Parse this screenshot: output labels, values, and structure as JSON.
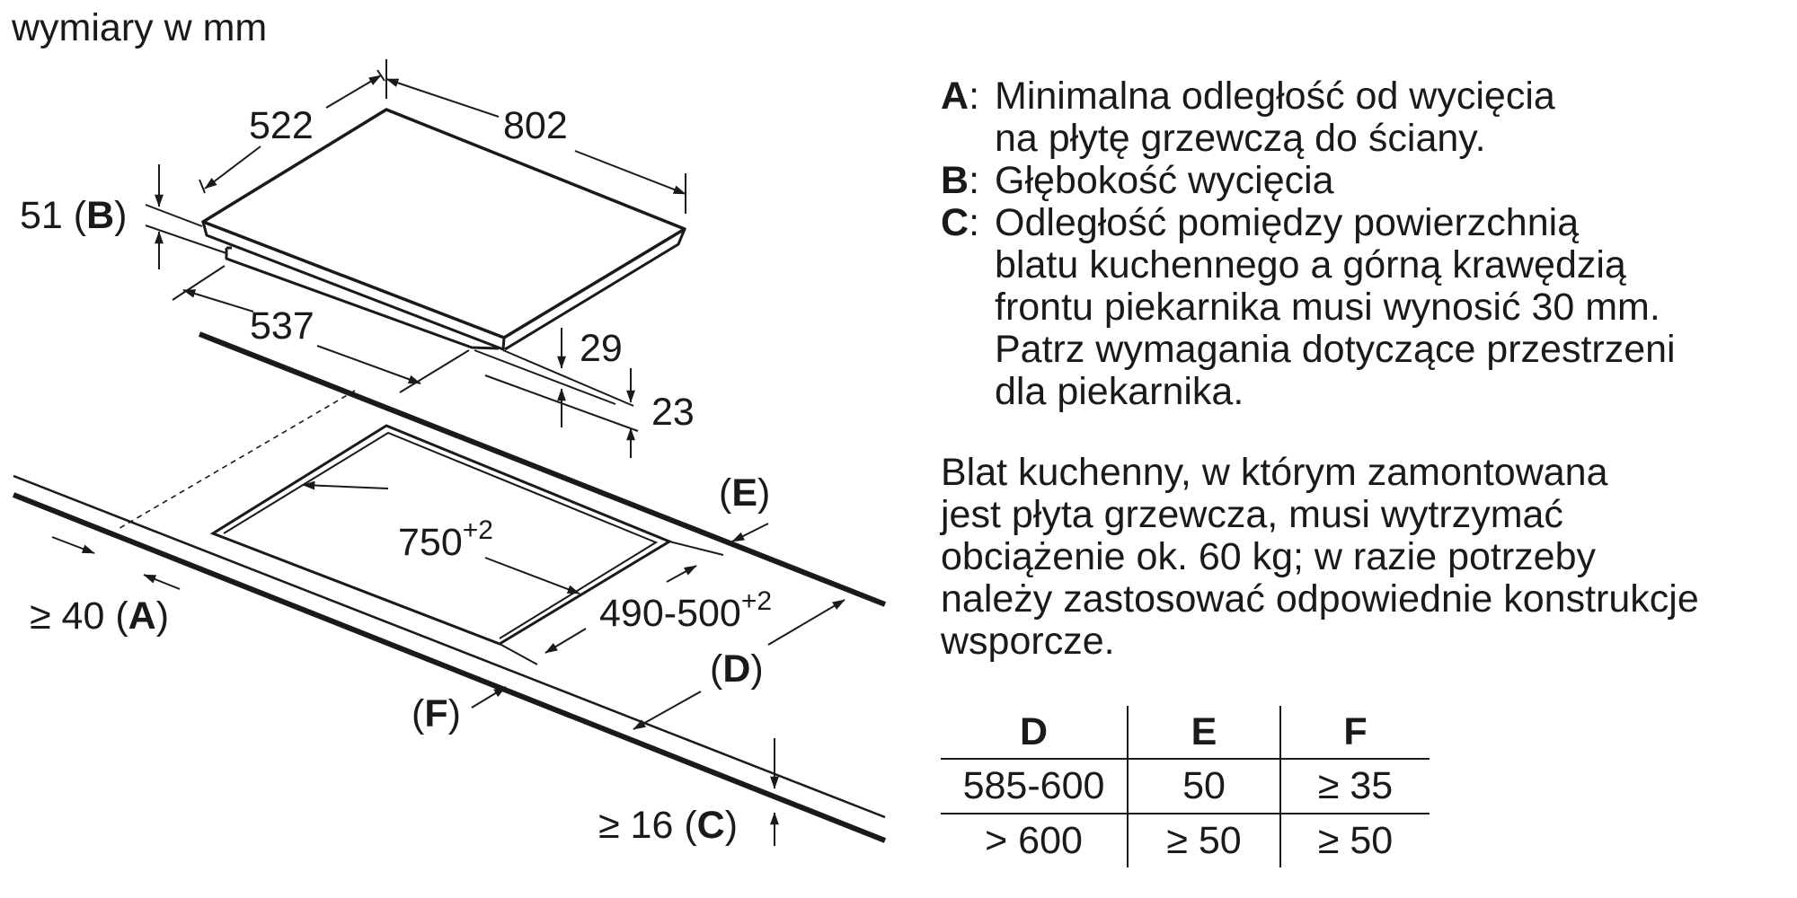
{
  "units_caption": "wymiary w mm",
  "dimensions": {
    "depth": "522",
    "width": "802",
    "cutout_depth": "51 (",
    "cutout_depth_key": "B",
    "lower_width": "537",
    "height_29": "29",
    "height_23": "23",
    "cutout_width": "750",
    "cutout_width_tol": "+2",
    "cutout_depth_range": "490-500",
    "cutout_depth_range_tol": "+2",
    "min_wall": "≥ 40 (",
    "min_wall_key": "A",
    "min_front": "≥ 16 (",
    "min_front_key": "C",
    "label_d": "D",
    "label_e": "E",
    "label_f": "F",
    "paren_open": "(",
    "paren_close": ")"
  },
  "legend": [
    {
      "key": "A",
      "sep": ":",
      "lines": [
        "Minimalna odległość od wycięcia",
        "na płytę grzewczą do ściany."
      ]
    },
    {
      "key": "B",
      "sep": ":",
      "lines": [
        "Głębokość wycięcia"
      ]
    },
    {
      "key": "C",
      "sep": ":",
      "lines": [
        "Odległość pomiędzy powierzchnią",
        "blatu kuchennego a górną krawędzią",
        "frontu piekarnika musi wynosić 30 mm.",
        "Patrz wymagania dotyczące przestrzeni",
        "dla piekarnika."
      ]
    }
  ],
  "note_lines": [
    "Blat kuchenny, w którym zamontowana",
    "jest płyta grzewcza, musi wytrzymać",
    "obciążenie ok. 60 kg; w razie potrzeby",
    "należy zastosować odpowiednie konstrukcje",
    "wsporcze."
  ],
  "table": {
    "headers": [
      "D",
      "E",
      "F"
    ],
    "rows": [
      [
        "585-600",
        "50",
        "≥ 35"
      ],
      [
        "> 600",
        "≥ 50",
        "≥ 50"
      ]
    ]
  },
  "colors": {
    "ink": "#1a1a1a",
    "background": "#ffffff"
  }
}
